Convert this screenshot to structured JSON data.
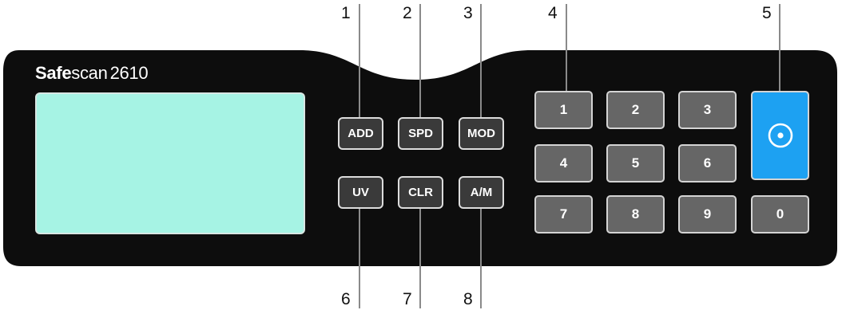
{
  "brand": {
    "bold": "Safe",
    "light": "scan",
    "model": "2610"
  },
  "callouts_top": [
    "1",
    "2",
    "3",
    "4",
    "5"
  ],
  "callouts_bottom": [
    "6",
    "7",
    "8"
  ],
  "function_buttons": {
    "add": "ADD",
    "spd": "SPD",
    "mod": "MOD",
    "uv": "UV",
    "clr": "CLR",
    "am": "A/M"
  },
  "keypad": {
    "k1": "1",
    "k2": "2",
    "k3": "3",
    "k4": "4",
    "k5": "5",
    "k6": "6",
    "k7": "7",
    "k8": "8",
    "k9": "9",
    "k0": "0"
  },
  "start_button_icon": "start-circle-icon",
  "colors": {
    "panel": "#0d0d0d",
    "display": "#a6f3e4",
    "start_button": "#1da1f2",
    "function_button": "#3a3a3a",
    "numeric_key": "#666666"
  }
}
